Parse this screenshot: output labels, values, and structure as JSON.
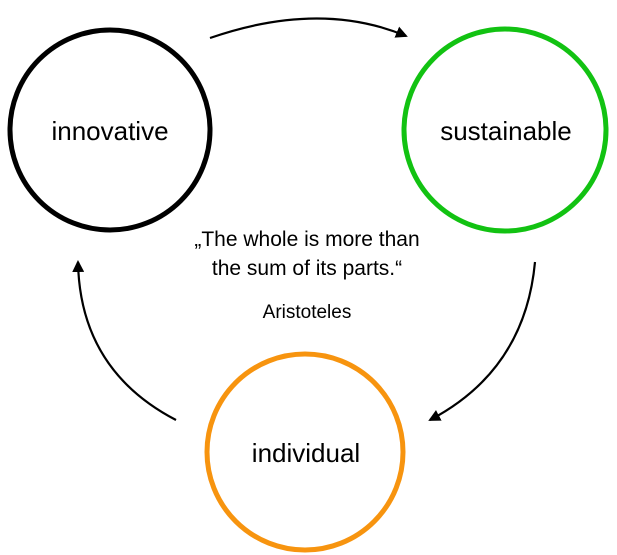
{
  "nodes": {
    "innovative": {
      "label": "innovative",
      "color": "#000000"
    },
    "sustainable": {
      "label": "sustainable",
      "color": "#12c212"
    },
    "individual": {
      "label": "individual",
      "color": "#f7940f"
    }
  },
  "quote": {
    "line1": "„The whole is more than",
    "line2": "the sum of its parts.“",
    "author": "Aristoteles"
  },
  "edges": [
    {
      "from": "innovative",
      "to": "sustainable"
    },
    {
      "from": "sustainable",
      "to": "individual"
    },
    {
      "from": "individual",
      "to": "innovative"
    }
  ]
}
